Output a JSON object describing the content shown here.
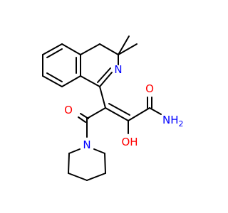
{
  "molecule": {
    "atoms": {
      "imine_n": {
        "text": "N",
        "color": "#0000ff"
      },
      "ketone_o": {
        "text": "O",
        "color": "#ff0000"
      },
      "pyrrolidine_n": {
        "text": "N",
        "color": "#0000ff"
      },
      "hydroxyl": {
        "text": "OH",
        "color": "#ff0000"
      },
      "amide_o": {
        "text": "O",
        "color": "#ff0000"
      },
      "amide_nh2": {
        "text": "NH",
        "subscript": "2",
        "color": "#0000ff"
      }
    },
    "bond_color": "#000000"
  }
}
